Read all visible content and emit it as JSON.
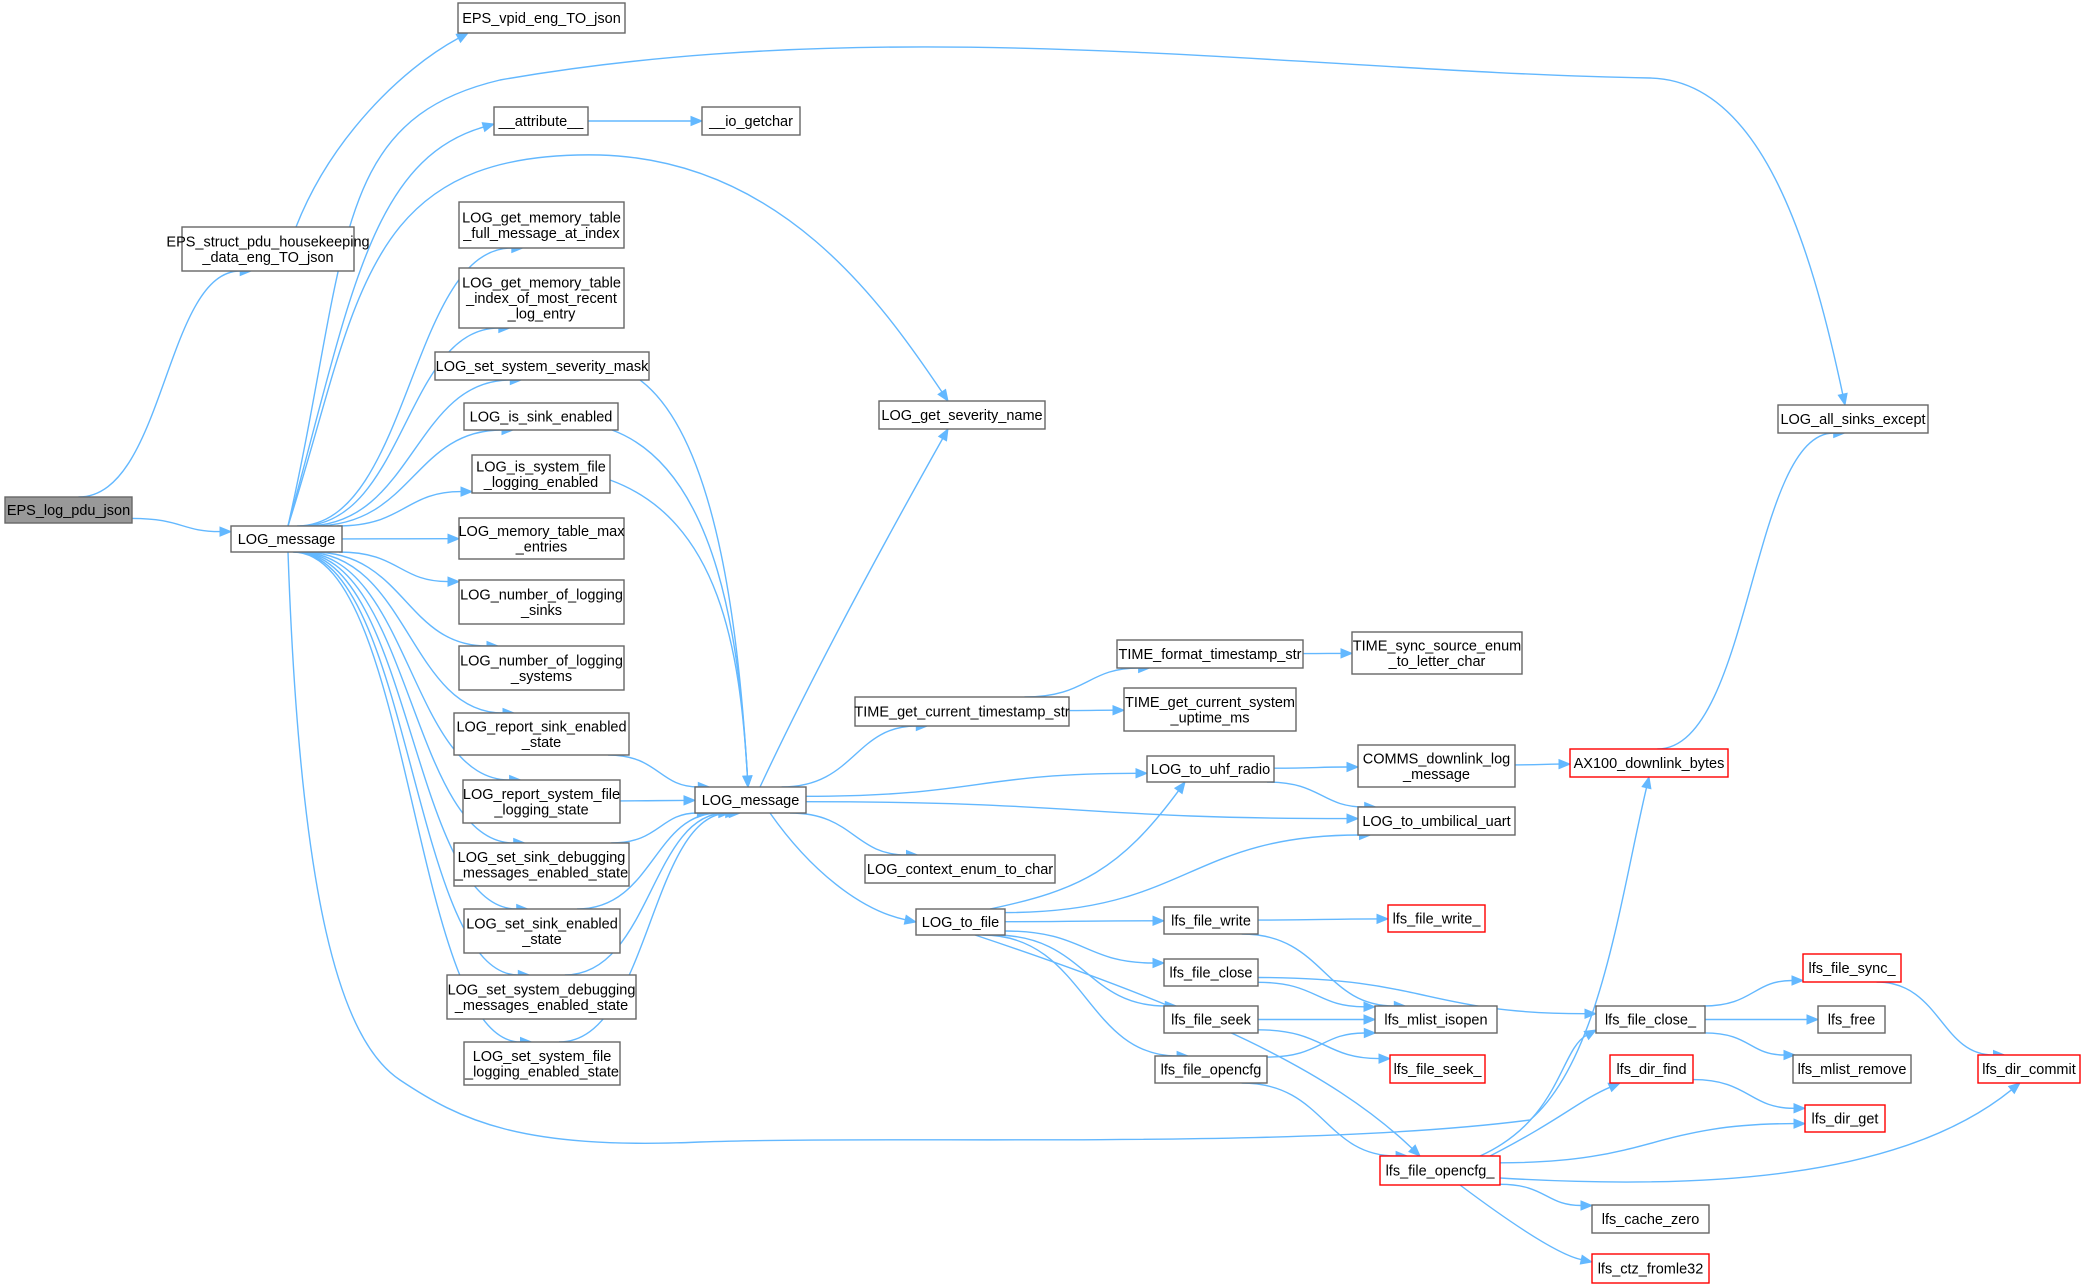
{
  "graph": {
    "nodes": [
      {
        "id": "eps_log_pdu_json",
        "lines": [
          "EPS_log_pdu_json"
        ],
        "style": "root"
      },
      {
        "id": "eps_struct_pdu",
        "lines": [
          "EPS_struct_pdu_housekeeping",
          "_data_eng_TO_json"
        ]
      },
      {
        "id": "eps_vpid",
        "lines": [
          "EPS_vpid_eng_TO_json"
        ]
      },
      {
        "id": "log_message_1",
        "lines": [
          "LOG_message"
        ]
      },
      {
        "id": "attribute",
        "lines": [
          "__attribute__"
        ]
      },
      {
        "id": "io_getchar",
        "lines": [
          "__io_getchar"
        ]
      },
      {
        "id": "log_get_mem_full",
        "lines": [
          "LOG_get_memory_table",
          "_full_message_at_index"
        ]
      },
      {
        "id": "log_get_mem_index",
        "lines": [
          "LOG_get_memory_table",
          "_index_of_most_recent",
          "_log_entry"
        ]
      },
      {
        "id": "log_set_sys_sev",
        "lines": [
          "LOG_set_system_severity_mask"
        ]
      },
      {
        "id": "log_is_sink",
        "lines": [
          "LOG_is_sink_enabled"
        ]
      },
      {
        "id": "log_is_sys_file",
        "lines": [
          "LOG_is_system_file",
          "_logging_enabled"
        ]
      },
      {
        "id": "log_mem_max",
        "lines": [
          "LOG_memory_table_max",
          "_entries"
        ]
      },
      {
        "id": "log_num_sinks",
        "lines": [
          "LOG_number_of_logging",
          "_sinks"
        ]
      },
      {
        "id": "log_num_systems",
        "lines": [
          "LOG_number_of_logging",
          "_systems"
        ]
      },
      {
        "id": "log_report_sink",
        "lines": [
          "LOG_report_sink_enabled",
          "_state"
        ]
      },
      {
        "id": "log_report_sys_file",
        "lines": [
          "LOG_report_system_file",
          "_logging_state"
        ]
      },
      {
        "id": "log_set_sink_dbg",
        "lines": [
          "LOG_set_sink_debugging",
          "_messages_enabled_state"
        ]
      },
      {
        "id": "log_set_sink_en",
        "lines": [
          "LOG_set_sink_enabled",
          "_state"
        ]
      },
      {
        "id": "log_set_sys_dbg",
        "lines": [
          "LOG_set_system_debugging",
          "_messages_enabled_state"
        ]
      },
      {
        "id": "log_set_sys_file",
        "lines": [
          "LOG_set_system_file",
          "_logging_enabled_state"
        ]
      },
      {
        "id": "log_message_2",
        "lines": [
          "LOG_message"
        ]
      },
      {
        "id": "log_get_sev_name",
        "lines": [
          "LOG_get_severity_name"
        ]
      },
      {
        "id": "time_get_ts",
        "lines": [
          "TIME_get_current_timestamp_str"
        ]
      },
      {
        "id": "time_fmt_ts",
        "lines": [
          "TIME_format_timestamp_str"
        ]
      },
      {
        "id": "time_sync_src",
        "lines": [
          "TIME_sync_source_enum",
          "_to_letter_char"
        ]
      },
      {
        "id": "time_get_uptime",
        "lines": [
          "TIME_get_current_system",
          "_uptime_ms"
        ]
      },
      {
        "id": "log_context_enum",
        "lines": [
          "LOG_context_enum_to_char"
        ]
      },
      {
        "id": "log_to_file",
        "lines": [
          "LOG_to_file"
        ]
      },
      {
        "id": "log_to_uhf",
        "lines": [
          "LOG_to_uhf_radio"
        ]
      },
      {
        "id": "comms_downlink",
        "lines": [
          "COMMS_downlink_log",
          "_message"
        ]
      },
      {
        "id": "ax100_downlink",
        "lines": [
          "AX100_downlink_bytes"
        ],
        "style": "trunc"
      },
      {
        "id": "log_to_umbilical",
        "lines": [
          "LOG_to_umbilical_uart"
        ]
      },
      {
        "id": "log_all_sinks",
        "lines": [
          "LOG_all_sinks_except"
        ]
      },
      {
        "id": "lfs_file_write",
        "lines": [
          "lfs_file_write"
        ]
      },
      {
        "id": "lfs_file_write_",
        "lines": [
          "lfs_file_write_"
        ],
        "style": "trunc"
      },
      {
        "id": "lfs_file_close",
        "lines": [
          "lfs_file_close"
        ]
      },
      {
        "id": "lfs_file_seek",
        "lines": [
          "lfs_file_seek"
        ]
      },
      {
        "id": "lfs_file_opencfg",
        "lines": [
          "lfs_file_opencfg"
        ]
      },
      {
        "id": "lfs_mlist_isopen",
        "lines": [
          "lfs_mlist_isopen"
        ]
      },
      {
        "id": "lfs_file_seek_",
        "lines": [
          "lfs_file_seek_"
        ],
        "style": "trunc"
      },
      {
        "id": "lfs_file_opencfg_",
        "lines": [
          "lfs_file_opencfg_"
        ],
        "style": "trunc"
      },
      {
        "id": "lfs_file_close_",
        "lines": [
          "lfs_file_close_"
        ]
      },
      {
        "id": "lfs_file_sync_",
        "lines": [
          "lfs_file_sync_"
        ],
        "style": "trunc"
      },
      {
        "id": "lfs_free",
        "lines": [
          "lfs_free"
        ]
      },
      {
        "id": "lfs_mlist_remove",
        "lines": [
          "lfs_mlist_remove"
        ]
      },
      {
        "id": "lfs_dir_commit",
        "lines": [
          "lfs_dir_commit"
        ],
        "style": "trunc"
      },
      {
        "id": "lfs_dir_find",
        "lines": [
          "lfs_dir_find"
        ],
        "style": "trunc"
      },
      {
        "id": "lfs_dir_get",
        "lines": [
          "lfs_dir_get"
        ],
        "style": "trunc"
      },
      {
        "id": "lfs_cache_zero",
        "lines": [
          "lfs_cache_zero"
        ]
      },
      {
        "id": "lfs_ctz_fromle32",
        "lines": [
          "lfs_ctz_fromle32"
        ],
        "style": "trunc"
      }
    ],
    "edges": [
      [
        "eps_log_pdu_json",
        "eps_struct_pdu"
      ],
      [
        "eps_log_pdu_json",
        "log_message_1"
      ],
      [
        "eps_struct_pdu",
        "eps_vpid"
      ],
      [
        "log_message_1",
        "attribute"
      ],
      [
        "attribute",
        "io_getchar"
      ],
      [
        "log_message_1",
        "log_all_sinks"
      ],
      [
        "log_message_1",
        "log_get_sev_name"
      ],
      [
        "log_message_1",
        "log_get_mem_full"
      ],
      [
        "log_message_1",
        "log_get_mem_index"
      ],
      [
        "log_message_1",
        "log_set_sys_sev"
      ],
      [
        "log_message_1",
        "log_is_sink"
      ],
      [
        "log_message_1",
        "log_is_sys_file"
      ],
      [
        "log_message_1",
        "log_mem_max"
      ],
      [
        "log_message_1",
        "log_num_sinks"
      ],
      [
        "log_message_1",
        "log_num_systems"
      ],
      [
        "log_message_1",
        "log_report_sink"
      ],
      [
        "log_message_1",
        "log_report_sys_file"
      ],
      [
        "log_message_1",
        "log_set_sink_dbg"
      ],
      [
        "log_message_1",
        "log_set_sink_en"
      ],
      [
        "log_message_1",
        "log_set_sys_dbg"
      ],
      [
        "log_message_1",
        "log_set_sys_file"
      ],
      [
        "log_message_1",
        "ax100_downlink"
      ],
      [
        "log_set_sys_sev",
        "log_message_2"
      ],
      [
        "log_is_sink",
        "log_message_2"
      ],
      [
        "log_is_sys_file",
        "log_message_2"
      ],
      [
        "log_report_sink",
        "log_message_2"
      ],
      [
        "log_report_sys_file",
        "log_message_2"
      ],
      [
        "log_set_sink_dbg",
        "log_message_2"
      ],
      [
        "log_set_sink_en",
        "log_message_2"
      ],
      [
        "log_set_sys_dbg",
        "log_message_2"
      ],
      [
        "log_set_sys_file",
        "log_message_2"
      ],
      [
        "log_message_2",
        "log_get_sev_name"
      ],
      [
        "log_message_2",
        "time_get_ts"
      ],
      [
        "log_message_2",
        "log_to_uhf"
      ],
      [
        "log_message_2",
        "log_to_umbilical"
      ],
      [
        "log_message_2",
        "log_context_enum"
      ],
      [
        "log_message_2",
        "log_to_file"
      ],
      [
        "time_get_ts",
        "time_fmt_ts"
      ],
      [
        "time_get_ts",
        "time_get_uptime"
      ],
      [
        "time_fmt_ts",
        "time_sync_src"
      ],
      [
        "log_to_uhf",
        "comms_downlink"
      ],
      [
        "log_to_uhf",
        "log_to_umbilical"
      ],
      [
        "comms_downlink",
        "ax100_downlink"
      ],
      [
        "ax100_downlink",
        "log_all_sinks"
      ],
      [
        "log_to_file",
        "log_to_uhf"
      ],
      [
        "log_to_file",
        "log_to_umbilical"
      ],
      [
        "log_to_file",
        "lfs_file_write"
      ],
      [
        "log_to_file",
        "lfs_file_close"
      ],
      [
        "log_to_file",
        "lfs_file_seek"
      ],
      [
        "log_to_file",
        "lfs_file_opencfg"
      ],
      [
        "log_to_file",
        "lfs_file_opencfg_"
      ],
      [
        "lfs_file_write",
        "lfs_file_write_"
      ],
      [
        "lfs_file_write",
        "lfs_mlist_isopen"
      ],
      [
        "lfs_file_close",
        "lfs_mlist_isopen"
      ],
      [
        "lfs_file_close",
        "lfs_file_close_"
      ],
      [
        "lfs_file_seek",
        "lfs_mlist_isopen"
      ],
      [
        "lfs_file_seek",
        "lfs_file_seek_"
      ],
      [
        "lfs_file_opencfg",
        "lfs_mlist_isopen"
      ],
      [
        "lfs_file_opencfg",
        "lfs_file_opencfg_"
      ],
      [
        "lfs_file_close_",
        "lfs_file_sync_"
      ],
      [
        "lfs_file_close_",
        "lfs_free"
      ],
      [
        "lfs_file_close_",
        "lfs_mlist_remove"
      ],
      [
        "lfs_file_sync_",
        "lfs_dir_commit"
      ],
      [
        "lfs_file_opencfg_",
        "lfs_file_close_"
      ],
      [
        "lfs_file_opencfg_",
        "lfs_dir_find"
      ],
      [
        "lfs_file_opencfg_",
        "lfs_dir_get"
      ],
      [
        "lfs_file_opencfg_",
        "lfs_dir_commit"
      ],
      [
        "lfs_file_opencfg_",
        "lfs_cache_zero"
      ],
      [
        "lfs_file_opencfg_",
        "lfs_ctz_fromle32"
      ],
      [
        "lfs_dir_find",
        "lfs_dir_get"
      ]
    ]
  },
  "colors": {
    "edge": "#63b8ff",
    "node_border": "#666666",
    "root_fill": "#999999",
    "truncated_border": "#ff0000"
  }
}
